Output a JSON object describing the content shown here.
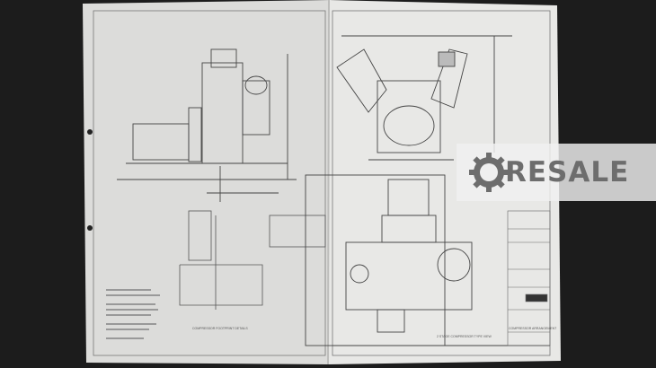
{
  "watermark": {
    "text": "RESALE",
    "color": "#6d6d6d"
  },
  "drawing": {
    "title_block_title": "COMPRESSOR ARRANGEMENT",
    "bottom_view_label": "2 STAGE COMPRESSOR TYPE VIEW",
    "footprint_label": "COMPRESSOR FOOTPRINT DETAILS"
  },
  "colors": {
    "paper": "#e6e6e4",
    "background": "#1c1c1c",
    "ink": "#3a3a3a"
  }
}
